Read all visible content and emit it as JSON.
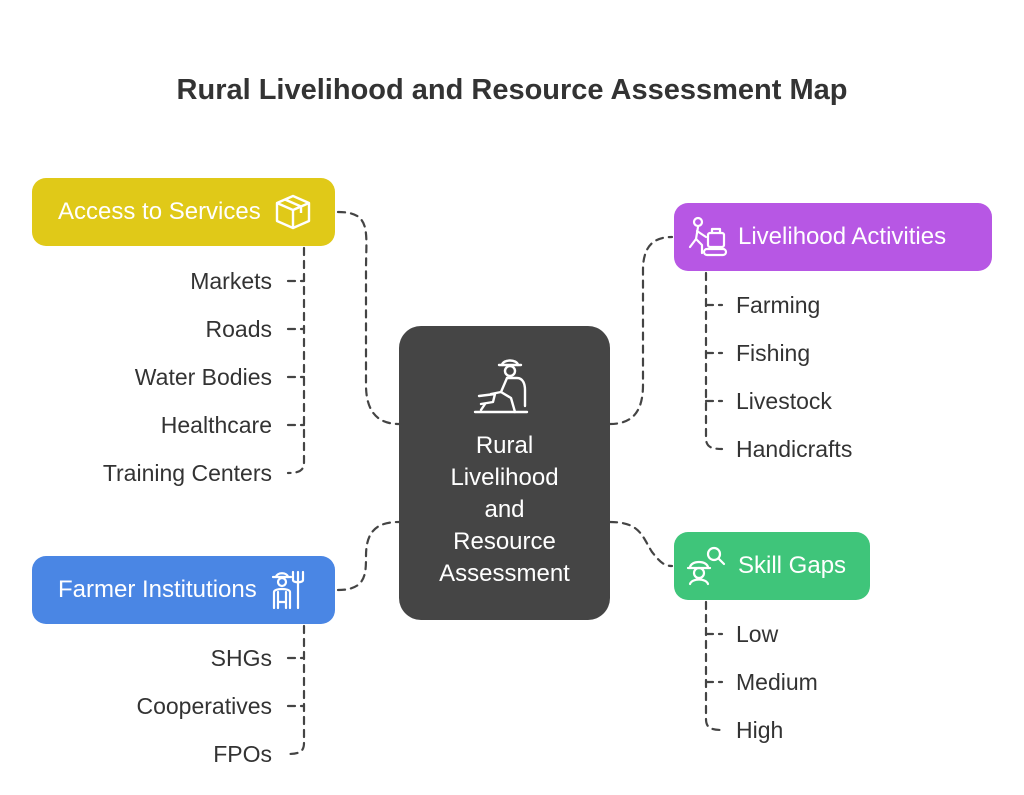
{
  "title": "Rural Livelihood and Resource Assessment Map",
  "center": {
    "lines": [
      "Rural",
      "Livelihood",
      "and",
      "Resource",
      "Assessment"
    ],
    "icon": "farmer-plough-icon"
  },
  "colors": {
    "access": "#e0c918",
    "farmer": "#4a86e4",
    "livelihood": "#b757e4",
    "skill": "#3fc57a",
    "center": "#454545",
    "text": "#333333",
    "connector": "#444444"
  },
  "branches": {
    "access": {
      "label": "Access to Services",
      "icon": "box-icon",
      "items": [
        "Markets",
        "Roads",
        "Water Bodies",
        "Healthcare",
        "Training Centers"
      ]
    },
    "farmer": {
      "label": "Farmer Institutions",
      "icon": "farmer-pitchfork-icon",
      "items": [
        "SHGs",
        "Cooperatives",
        "FPOs"
      ]
    },
    "livelihood": {
      "label": "Livelihood Activities",
      "icon": "worker-machine-icon",
      "items": [
        "Farming",
        "Fishing",
        "Livestock",
        "Handicrafts"
      ]
    },
    "skill": {
      "label": "Skill Gaps",
      "icon": "person-search-icon",
      "items": [
        "Low",
        "Medium",
        "High"
      ]
    }
  }
}
